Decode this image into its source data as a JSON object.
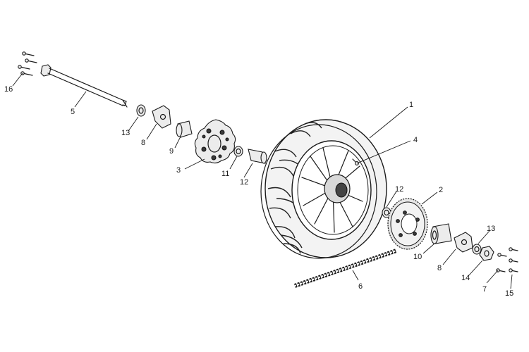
{
  "callouts": [
    "1",
    "2",
    "3",
    "4",
    "5",
    "6",
    "7",
    "8",
    "8",
    "9",
    "10",
    "11",
    "12",
    "12",
    "13",
    "13",
    "14",
    "15",
    "16"
  ]
}
